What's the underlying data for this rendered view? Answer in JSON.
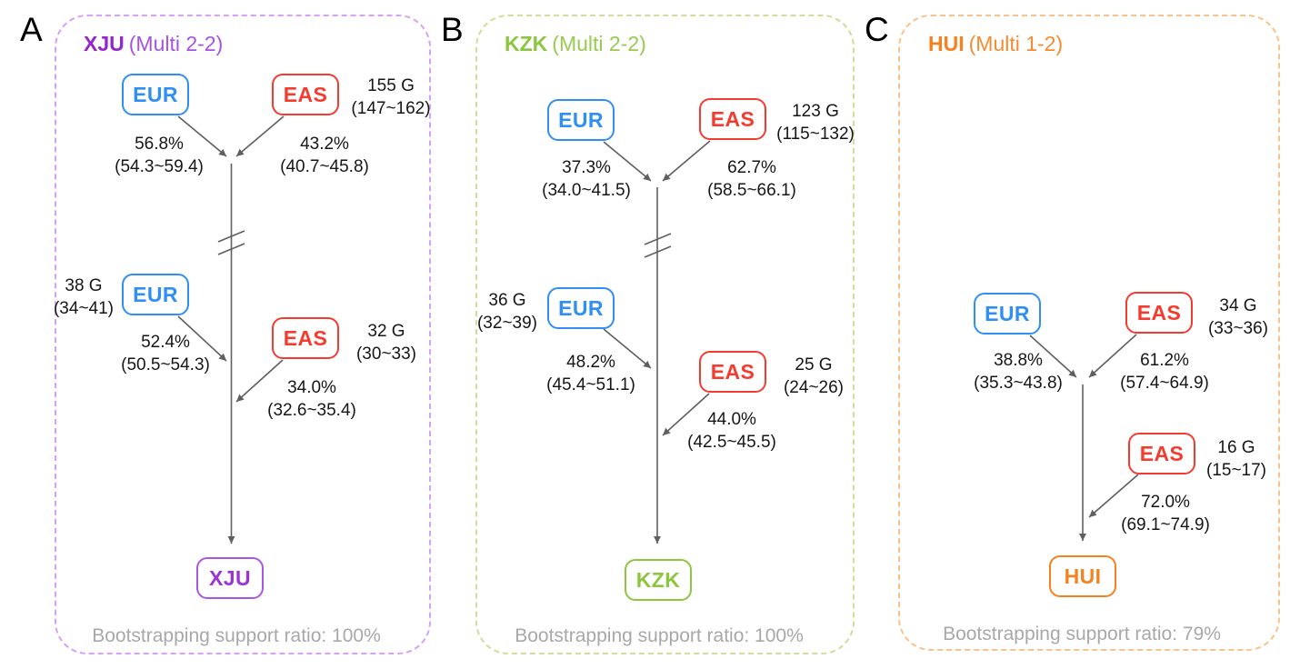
{
  "colors": {
    "eur_blue": "#2f8ff3",
    "eas_red": "#f43b2e",
    "xju_purple": "#9c33d6",
    "xju_frame": "#d6a0f5",
    "kzk_green": "#8cc63e",
    "kzk_frame": "#ccdf9b",
    "hui_orange": "#f5821f",
    "hui_frame": "#f9c28c",
    "arrow_gray": "#5f5f5f",
    "muted_gray": "#a8a8a8"
  },
  "panels": [
    {
      "letter": "A",
      "title": {
        "bold": "XJU",
        "rest": "(Multi 2-2)"
      },
      "event1": {
        "left_node": "EUR",
        "right_node": "EAS",
        "gen": "155 G",
        "gen_ci": "(147~162)",
        "left_pct": "56.8%",
        "left_ci": "(54.3~59.4)",
        "right_pct": "43.2%",
        "right_ci": "(40.7~45.8)"
      },
      "event2": {
        "left_node": "EUR",
        "left_gen": "38 G",
        "left_gen_ci": "(34~41)",
        "left_pct": "52.4%",
        "left_ci": "(50.5~54.3)",
        "right_node": "EAS",
        "right_gen": "32 G",
        "right_gen_ci": "(30~33)",
        "right_pct": "34.0%",
        "right_ci": "(32.6~35.4)"
      },
      "target": "XJU",
      "bootstrap": "Bootstrapping support ratio: 100%"
    },
    {
      "letter": "B",
      "title": {
        "bold": "KZK",
        "rest": "(Multi 2-2)"
      },
      "event1": {
        "left_node": "EUR",
        "right_node": "EAS",
        "gen": "123 G",
        "gen_ci": "(115~132)",
        "left_pct": "37.3%",
        "left_ci": "(34.0~41.5)",
        "right_pct": "62.7%",
        "right_ci": "(58.5~66.1)"
      },
      "event2": {
        "left_node": "EUR",
        "left_gen": "36 G",
        "left_gen_ci": "(32~39)",
        "left_pct": "48.2%",
        "left_ci": "(45.4~51.1)",
        "right_node": "EAS",
        "right_gen": "25 G",
        "right_gen_ci": "(24~26)",
        "right_pct": "44.0%",
        "right_ci": "(42.5~45.5)"
      },
      "target": "KZK",
      "bootstrap": "Bootstrapping support ratio: 100%"
    },
    {
      "letter": "C",
      "title": {
        "bold": "HUI",
        "rest": "(Multi 1-2)"
      },
      "event1": {
        "left_node": "EUR",
        "right_node": "EAS",
        "gen": "34 G",
        "gen_ci": "(33~36)",
        "left_pct": "38.8%",
        "left_ci": "(35.3~43.8)",
        "right_pct": "61.2%",
        "right_ci": "(57.4~64.9)"
      },
      "event2": {
        "right_node": "EAS",
        "right_gen": "16 G",
        "right_gen_ci": "(15~17)",
        "right_pct": "72.0%",
        "right_ci": "(69.1~74.9)"
      },
      "target": "HUI",
      "bootstrap": "Bootstrapping support ratio: 79%"
    }
  ]
}
